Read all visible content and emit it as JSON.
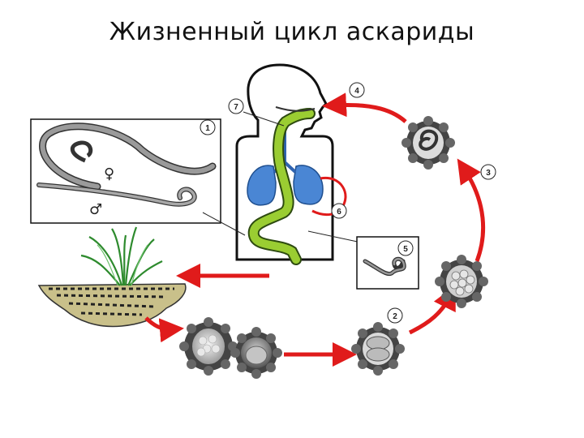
{
  "title": "Жизненный цикл аскариды",
  "stages": [
    {
      "n": "1"
    },
    {
      "n": "2"
    },
    {
      "n": "3"
    },
    {
      "n": "4"
    },
    {
      "n": "5"
    },
    {
      "n": "6"
    },
    {
      "n": "7"
    }
  ],
  "symbols": {
    "female": "♀",
    "male": "♂"
  },
  "colors": {
    "arrow": "#e01b1b",
    "lungs": "#4a86d4",
    "gut": "#9acd32",
    "outline": "#111111"
  }
}
